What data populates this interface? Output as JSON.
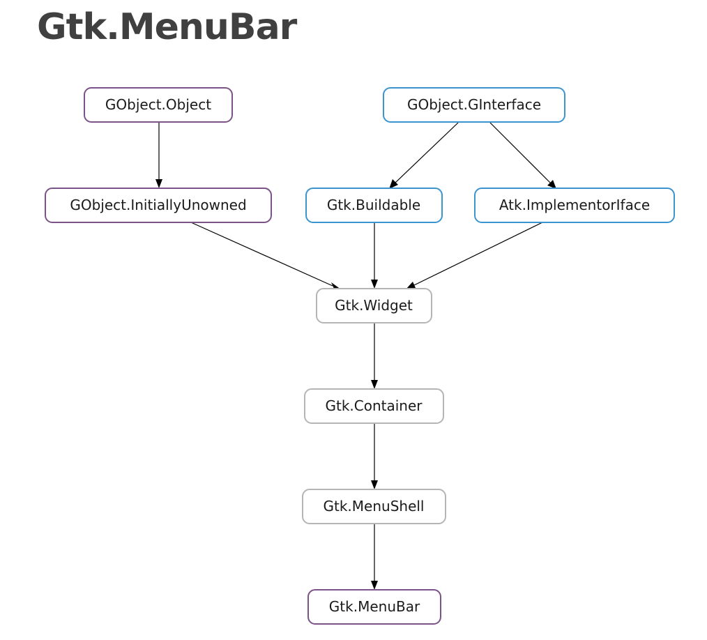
{
  "page": {
    "title": "Gtk.MenuBar"
  },
  "colors": {
    "object_border": "#7b5389",
    "interface_border": "#3a94d0",
    "widget_border": "#b5b5b5",
    "edge": "#000000"
  },
  "nodes": {
    "gobject_object": "GObject.Object",
    "gobject_ginterface": "GObject.GInterface",
    "gobject_initially_unowned": "GObject.InitiallyUnowned",
    "gtk_buildable": "Gtk.Buildable",
    "atk_implementor_iface": "Atk.ImplementorIface",
    "gtk_widget": "Gtk.Widget",
    "gtk_container": "Gtk.Container",
    "gtk_menu_shell": "Gtk.MenuShell",
    "gtk_menu_bar": "Gtk.MenuBar"
  }
}
